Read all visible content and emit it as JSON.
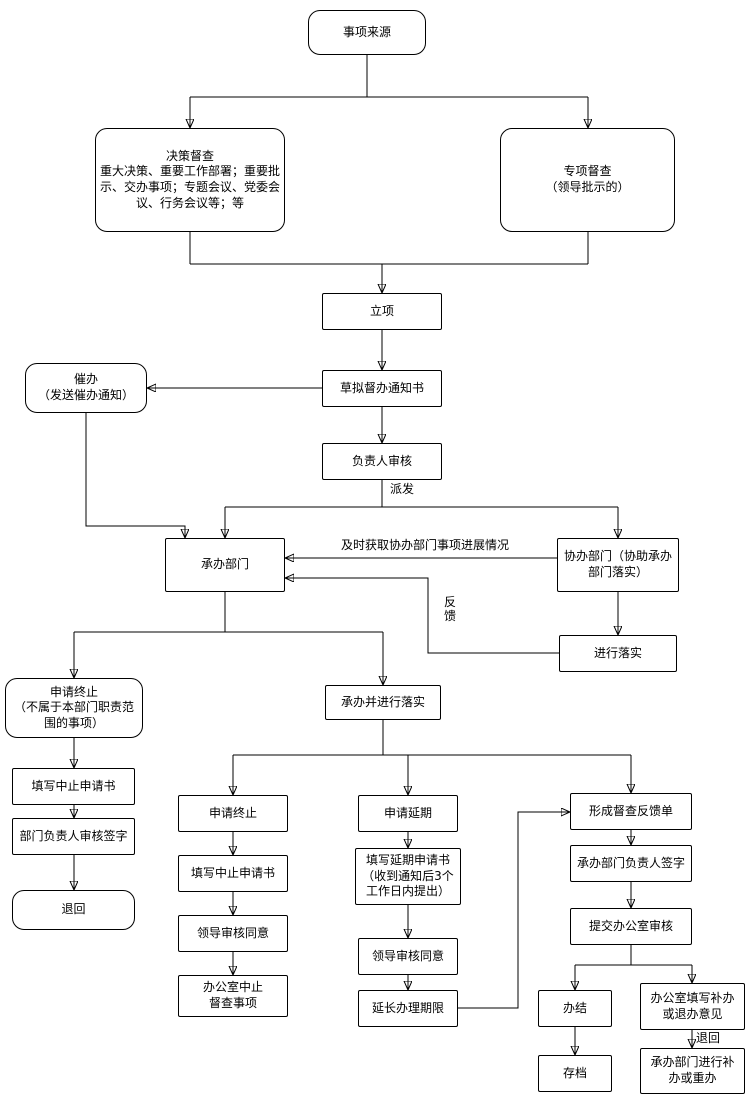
{
  "nodes": {
    "matter_source": {
      "label": "事项来源"
    },
    "decision_supervision": {
      "label": "决策督查\n重大决策、重要工作部署；重要批示、交办事项；专题会议、党委会议、行务会议等；等"
    },
    "special_supervision": {
      "label": "专项督查\n（领导批示的）"
    },
    "project_initiation": {
      "label": "立项"
    },
    "draft_notice": {
      "label": "草拟督办通知书"
    },
    "urge": {
      "label": "催办\n（发送催办通知）"
    },
    "responsible_review": {
      "label": "负责人审核"
    },
    "lead_department": {
      "label": "承办部门"
    },
    "assist_department": {
      "label": "协办部门（协助承办部门落实）"
    },
    "implement": {
      "label": "进行落实"
    },
    "apply_terminate_scope": {
      "label": "申请终止\n（不属于本部门职责范围的事项）"
    },
    "fill_stop_application_left": {
      "label": "填写中止申请书"
    },
    "dept_head_sign": {
      "label": "部门负责人审核签字"
    },
    "return_back": {
      "label": "退回"
    },
    "undertake_implement": {
      "label": "承办并进行落实"
    },
    "apply_terminate": {
      "label": "申请终止"
    },
    "fill_stop_application": {
      "label": "填写中止申请书"
    },
    "leader_approve_terminate": {
      "label": "领导审核同意"
    },
    "office_stop": {
      "label": "办公室中止\n督查事项"
    },
    "apply_delay": {
      "label": "申请延期"
    },
    "fill_delay_application": {
      "label": "填写延期申请书\n（收到通知后3个工作日内提出）"
    },
    "leader_approve_delay": {
      "label": "领导审核同意"
    },
    "extend_deadline": {
      "label": "延长办理期限"
    },
    "feedback_sheet": {
      "label": "形成督查反馈单"
    },
    "lead_head_sign": {
      "label": "承办部门负责人签字"
    },
    "submit_office_review": {
      "label": "提交办公室审核"
    },
    "complete": {
      "label": "办结"
    },
    "archive": {
      "label": "存档"
    },
    "office_opinion": {
      "label": "办公室填写补办或退办意见"
    },
    "redo": {
      "label": "承办部门进行补办或重办"
    }
  },
  "edge_labels": {
    "dispatch": "派发",
    "progress": "及时获取协办部门事项进展情况",
    "feedback": "反馈",
    "return_back": "退回"
  }
}
